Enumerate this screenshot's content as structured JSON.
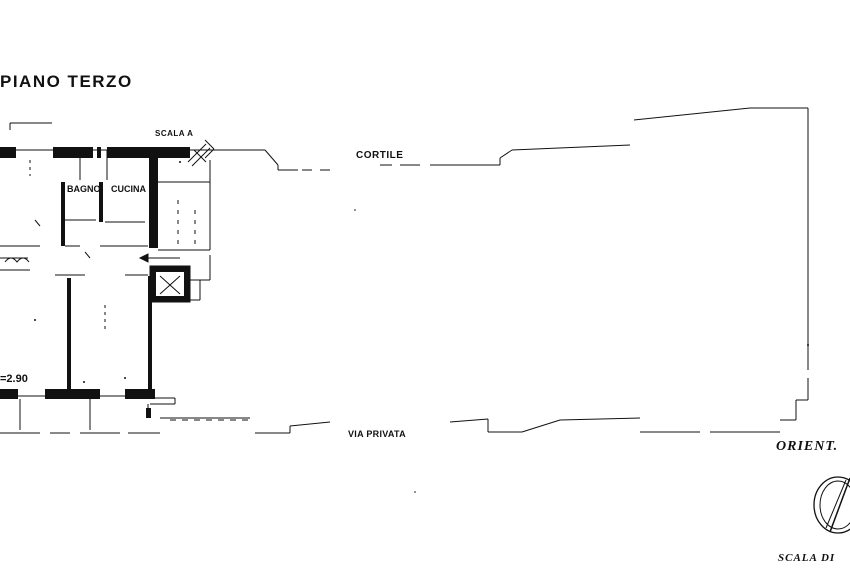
{
  "title": "PIANO TERZO",
  "labels": {
    "scala": "SCALA A",
    "cortile": "CORTILE",
    "bagno": "BAGNO",
    "cucina": "CUCINA",
    "dimension": "=2.90",
    "via_privata": "VIA PRIVATA",
    "orientamento": "ORIENT.",
    "scala_di": "SCALA DI"
  },
  "icons": {
    "north_arrow": "north-arrow-icon",
    "stair": "stair-cross-icon"
  },
  "colors": {
    "ink": "#111111",
    "paper": "#ffffff"
  }
}
